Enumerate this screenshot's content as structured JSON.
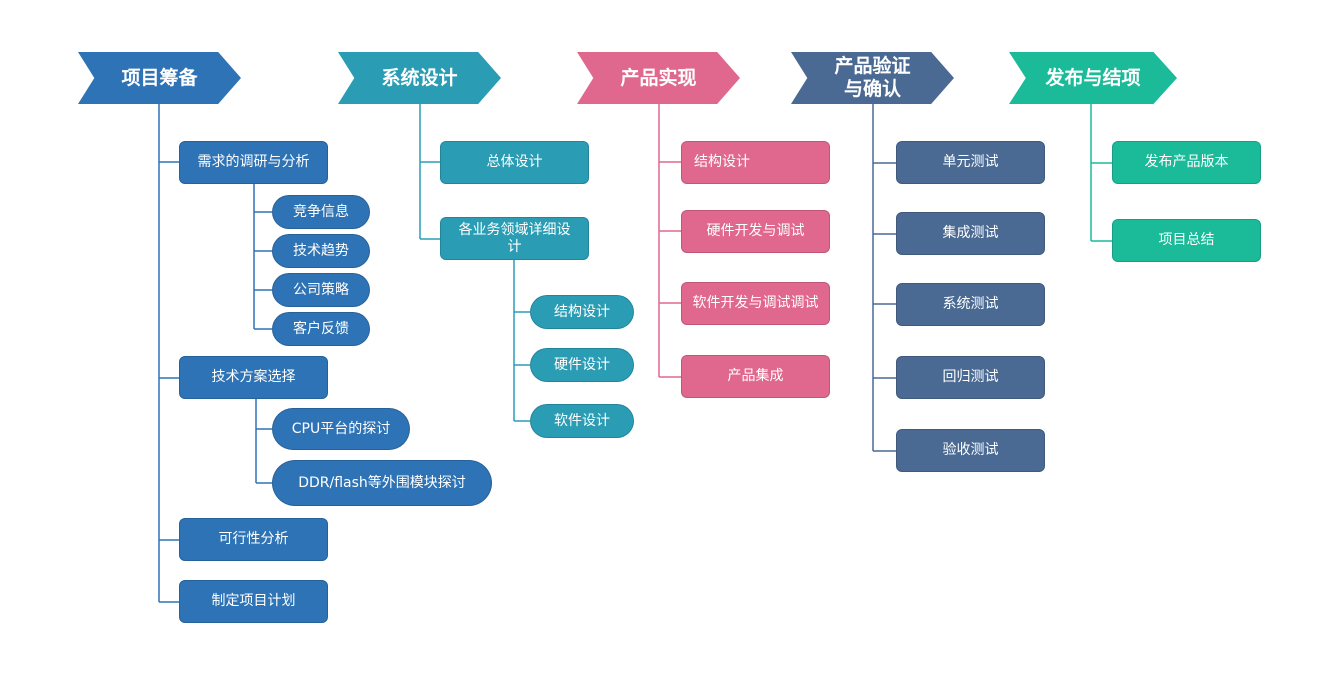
{
  "colors": {
    "planning": "#2E73B5",
    "design": "#2A9DB5",
    "implement": "#E0688E",
    "verify": "#4A6A93",
    "release": "#1BBB9A"
  },
  "phases": {
    "planning": {
      "title": "项目筹备",
      "items": [
        "需求的调研与分析",
        "技术方案选择",
        "可行性分析",
        "制定项目计划"
      ],
      "research_sub": [
        "竞争信息",
        "技术趋势",
        "公司策略",
        "客户反馈"
      ],
      "tech_sub": [
        "CPU平台的探讨",
        "DDR/flash等外围模块探讨"
      ]
    },
    "design": {
      "title": "系统设计",
      "items": [
        "总体设计",
        "各业务领域详细设计"
      ],
      "detail_sub": [
        "结构设计",
        "硬件设计",
        "软件设计"
      ]
    },
    "implement": {
      "title": "产品实现",
      "items": [
        "结构设计",
        "硬件开发与调试",
        "软件开发与调试调试",
        "产品集成"
      ]
    },
    "verify": {
      "title": "产品验证与确认",
      "items": [
        "单元测试",
        "集成测试",
        "系统测试",
        "回归测试",
        "验收测试"
      ]
    },
    "release": {
      "title": "发布与结项",
      "items": [
        "发布产品版本",
        "项目总结"
      ]
    }
  }
}
